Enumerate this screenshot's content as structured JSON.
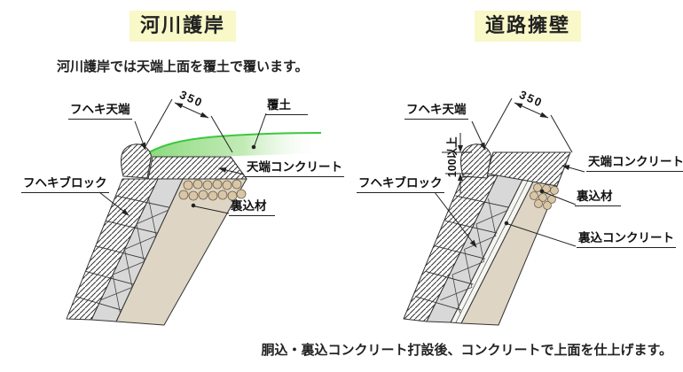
{
  "panels": [
    {
      "id": "river-revetment",
      "title": "河川護岸",
      "description": "河川護岸では天端上面を覆土で覆います。",
      "labels": {
        "cap": "フヘキ天端",
        "cover_soil": "覆土",
        "crown_concrete": "天端コンクリート",
        "block": "フヘキブロック",
        "backfill": "裏込材",
        "dim_350": "350"
      }
    },
    {
      "id": "road-retaining-wall",
      "title": "道路擁壁",
      "labels": {
        "cap": "フヘキ天端",
        "crown_concrete": "天端コンクリート",
        "block": "フヘキブロック",
        "backfill": "裏込材",
        "backfill_concrete": "裏込コンクリート",
        "dim_350": "350",
        "dim_100_min": "100以上"
      }
    }
  ],
  "footer_note": "胴込・裏込コンクリート打設後、コンクリートで上面を仕上げます。",
  "colors": {
    "title_highlight": "#f8f8c8",
    "text": "#222222",
    "line": "#333333",
    "green_line": "#3cc83c",
    "green_fill": "#8edc7e",
    "backfill": "#ded5c4",
    "block_gray": "#d8d8d8",
    "cobble": "#d9c6a6",
    "backfill_concrete": "#f5f5f2"
  }
}
